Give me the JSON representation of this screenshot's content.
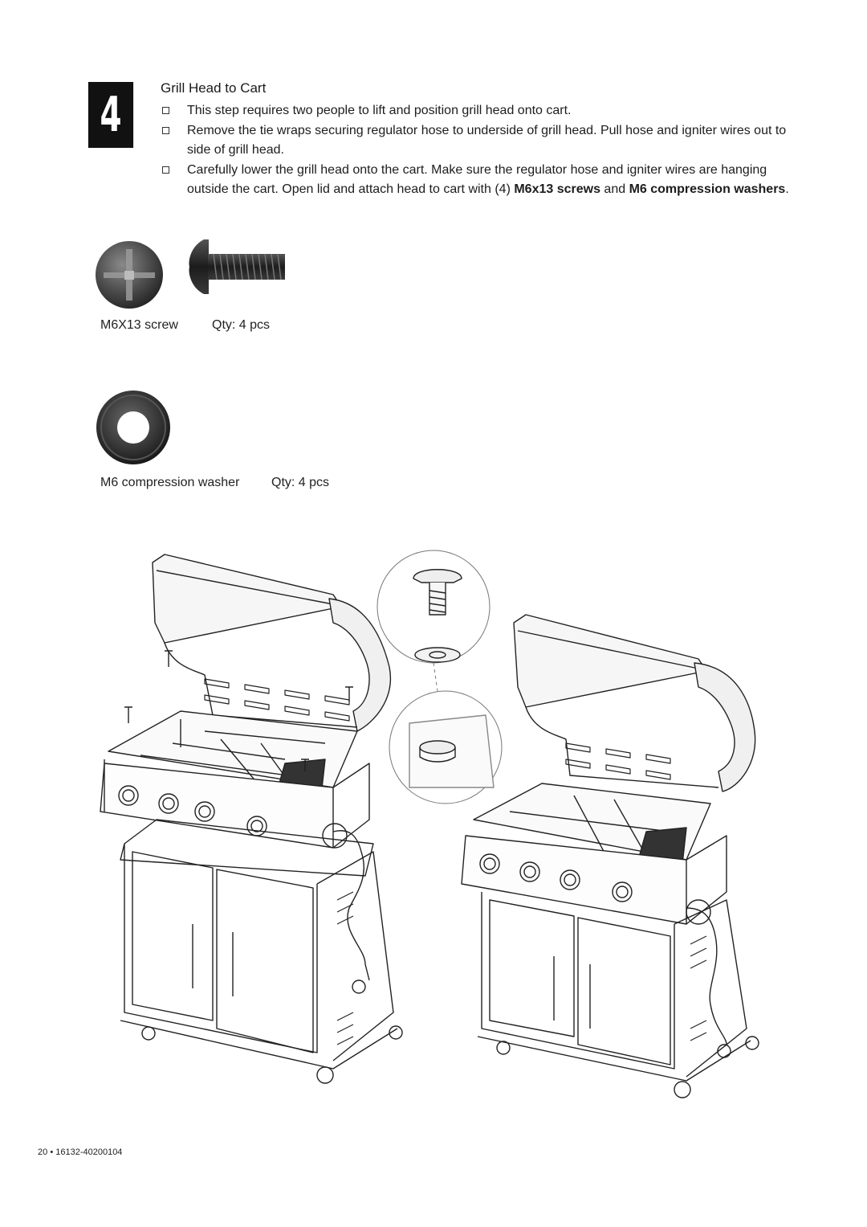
{
  "step": {
    "number": "4",
    "title": "Grill Head to Cart"
  },
  "instructions": [
    {
      "text": "This step requires two people to lift and position grill head onto cart."
    },
    {
      "text": "Remove the tie wraps securing regulator hose to underside of grill head. Pull hose and igniter wires out to side of grill head."
    },
    {
      "text_before": "Carefully lower the grill head onto the cart. Make sure the regulator hose and igniter wires are hanging outside the cart. Open lid and attach head to cart with (4) ",
      "bold_1": "M6x13 screws",
      "text_middle": " and ",
      "bold_2": "M6 compression washers",
      "text_after": "."
    }
  ],
  "parts": [
    {
      "name": "M6X13 screw",
      "qty": "Qty: 4 pcs"
    },
    {
      "name": "M6 compression washer",
      "qty": "Qty: 4 pcs"
    }
  ],
  "footer": {
    "page": "20",
    "separator": "•",
    "doc_number": "16132-40200104"
  }
}
